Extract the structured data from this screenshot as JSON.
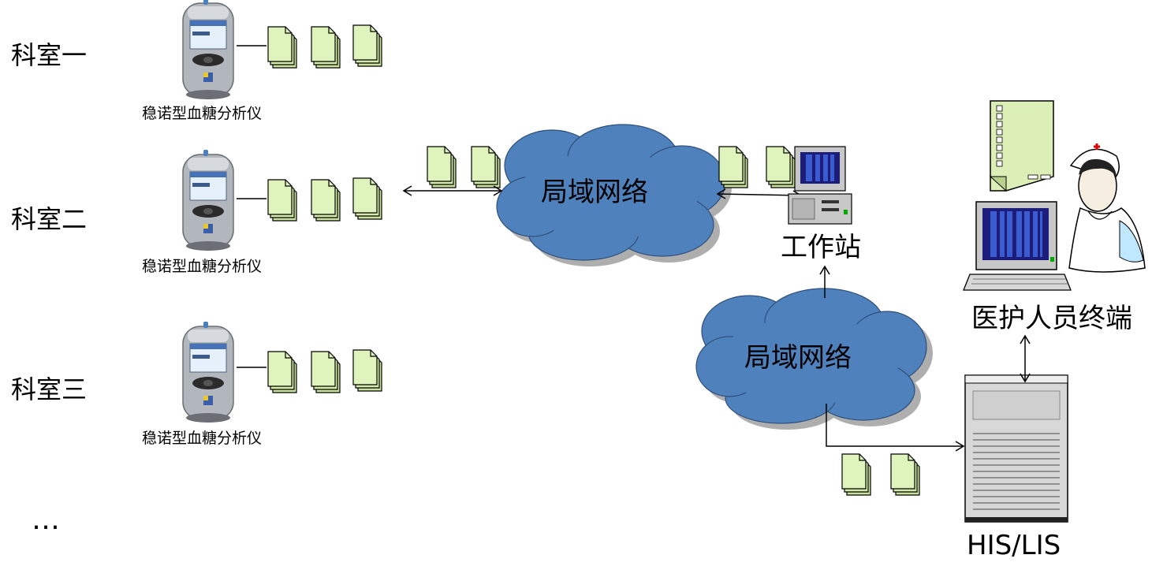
{
  "departments": [
    {
      "label": "科室一",
      "device_label": "稳诺型血糖分析仪"
    },
    {
      "label": "科室二",
      "device_label": "稳诺型血糖分析仪"
    },
    {
      "label": "科室三",
      "device_label": "稳诺型血糖分析仪"
    }
  ],
  "more_indicator": "…",
  "clouds": [
    {
      "label": "局域网络"
    },
    {
      "label": "局域网络"
    }
  ],
  "nodes": {
    "workstation": "工作站",
    "medical_terminal": "医护人员终端",
    "server": "HIS/LIS"
  },
  "colors": {
    "cloud": "#4f81bd",
    "document": "#d9f0b4",
    "meter_body": "#a9aeb5"
  }
}
